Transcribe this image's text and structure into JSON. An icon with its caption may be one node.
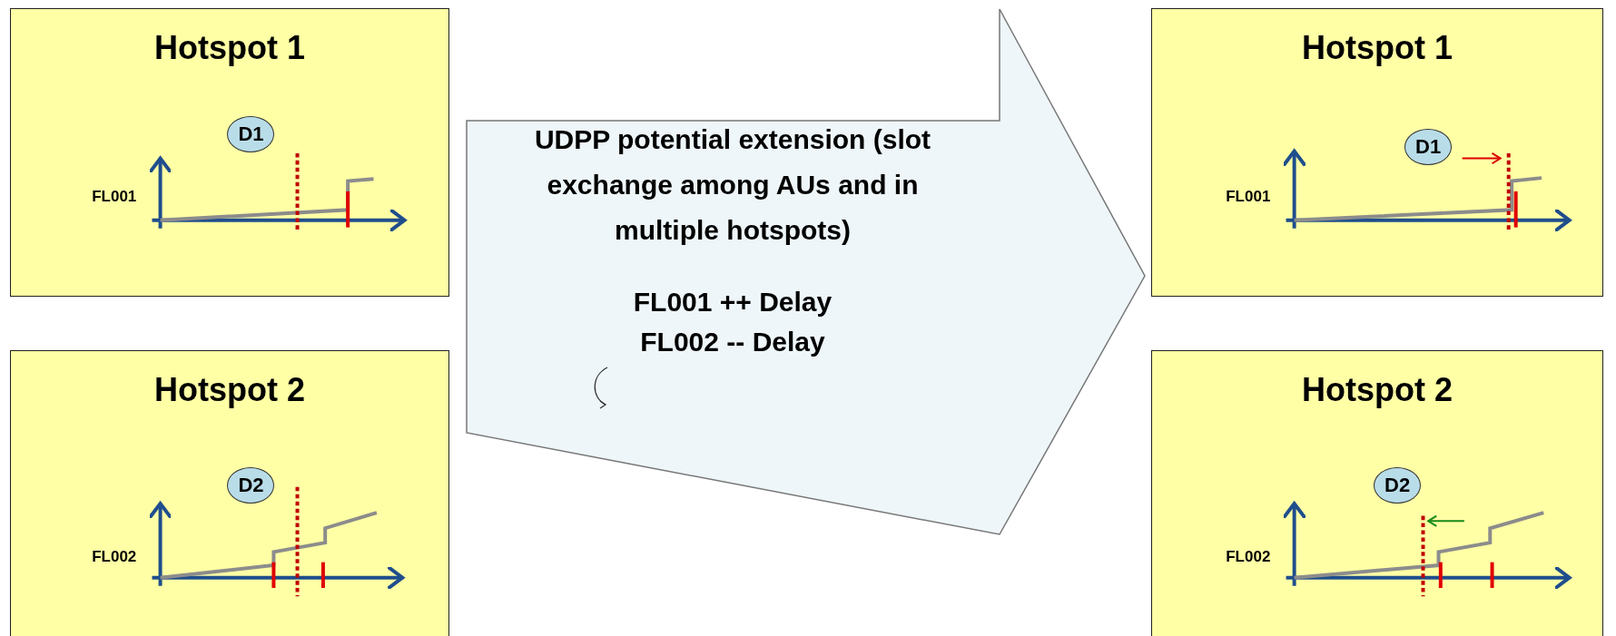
{
  "diagram": {
    "nodes": [
      {
        "text": [
          "Hotspot 1"
        ]
      },
      {
        "text": [
          "D1"
        ],
        "in": 0
      },
      {
        "text": [
          "UDPP potential extension (slot exchange among AUs and in multiple hotspots)",
          "FL001 ++ Delay",
          "FL002 -- Delay"
        ]
      },
      {
        "text": [
          "Hotspot 1"
        ]
      },
      {
        "text": [
          "D1"
        ],
        "in": 3
      },
      {
        "text": [
          "Hotspot 2"
        ]
      },
      {
        "text": [
          "D2"
        ],
        "in": 5
      },
      {
        "text": [
          "Hotspot 2"
        ]
      },
      {
        "text": [
          "D2"
        ],
        "in": 7
      }
    ],
    "labels": [
      "FL001",
      "FL001",
      "FL002",
      "FL002"
    ]
  }
}
